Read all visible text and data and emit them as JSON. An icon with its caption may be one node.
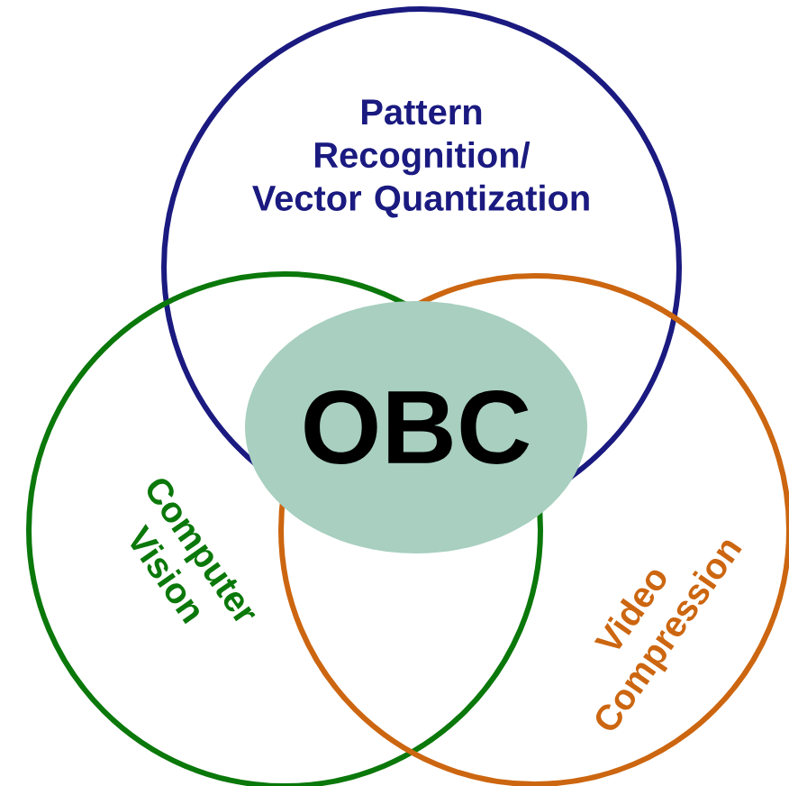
{
  "diagram": {
    "nodes": [
      {
        "text": [
          "Pattern Recognition/ Vector Quantization"
        ]
      },
      {
        "text": [
          "Computer Vision"
        ]
      },
      {
        "text": [
          "Video Compression"
        ]
      },
      {
        "text": [
          "OBC"
        ]
      }
    ]
  }
}
